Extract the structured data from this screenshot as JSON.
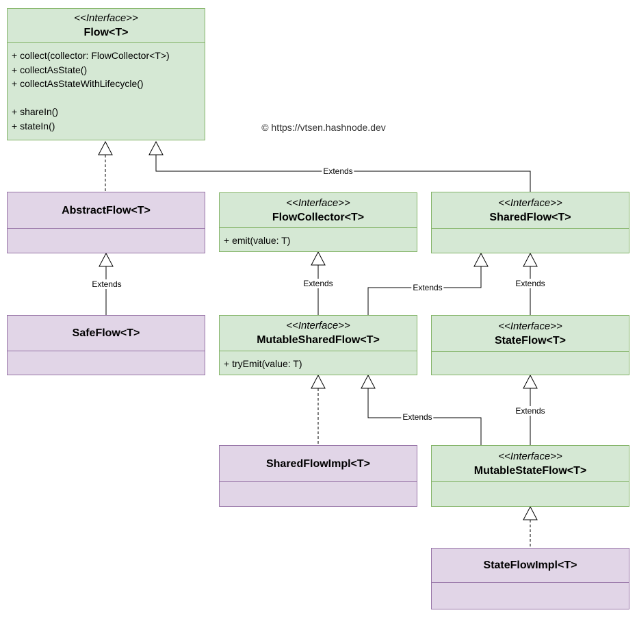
{
  "copyright": "© https://vtsen.hashnode.dev",
  "boxes": {
    "flow": {
      "stereotype": "<<Interface>>",
      "name": "Flow<T>",
      "methods": [
        "+ collect(collector: FlowCollector<T>)",
        "+ collectAsState()",
        "+ collectAsStateWithLifecycle()",
        "",
        "+ shareIn()",
        "+ stateIn()"
      ]
    },
    "abstractFlow": {
      "name": "AbstractFlow<T>"
    },
    "safeFlow": {
      "name": "SafeFlow<T>"
    },
    "flowCollector": {
      "stereotype": "<<Interface>>",
      "name": "FlowCollector<T>",
      "methods": [
        "+ emit(value: T)"
      ]
    },
    "sharedFlow": {
      "stereotype": "<<Interface>>",
      "name": "SharedFlow<T>"
    },
    "mutableSharedFlow": {
      "stereotype": "<<Interface>>",
      "name": "MutableSharedFlow<T>",
      "methods": [
        "+ tryEmit(value: T)"
      ]
    },
    "stateFlow": {
      "stereotype": "<<Interface>>",
      "name": "StateFlow<T>"
    },
    "sharedFlowImpl": {
      "name": "SharedFlowImpl<T>"
    },
    "mutableStateFlow": {
      "stereotype": "<<Interface>>",
      "name": "MutableStateFlow<T>"
    },
    "stateFlowImpl": {
      "name": "StateFlowImpl<T>"
    }
  },
  "edge_labels": {
    "sharedflow_to_flow": "Extends",
    "safeflow_to_abstractflow": "Extends",
    "mutablesharedflow_to_flowcollector": "Extends",
    "mutablesharedflow_to_sharedflow": "Extends",
    "stateflow_to_sharedflow": "Extends",
    "mutablestateflow_to_mutablesharedflow": "Extends",
    "mutablestateflow_to_stateflow": "Extends"
  },
  "colors": {
    "interface_fill": "#d5e8d4",
    "interface_border": "#82b366",
    "class_fill": "#e1d5e7",
    "class_border": "#9673a6",
    "line": "#000000"
  }
}
